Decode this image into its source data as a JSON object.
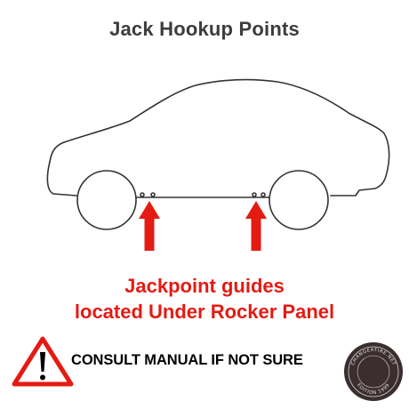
{
  "title": "Jack Hookup Points",
  "guide_lines": [
    "Jackpoint guides",
    "located Under Rocker Panel"
  ],
  "warning": {
    "text": "CONSULT MANUAL IF NOT SURE",
    "icon": "warning-triangle-exclamation-icon"
  },
  "seal": {
    "text_top": "CHANGEATIRE.NET",
    "text_bottom": "EDITION 1999"
  },
  "colors": {
    "title": "#3c3c3c",
    "accent_red": "#e41b13",
    "car_outline": "#333333",
    "text": "#000000",
    "seal_bg": "#3a2e2e"
  },
  "icons": {
    "car": "car-side-outline-icon",
    "arrow_front": "red-up-arrow-icon",
    "arrow_rear": "red-up-arrow-icon"
  }
}
